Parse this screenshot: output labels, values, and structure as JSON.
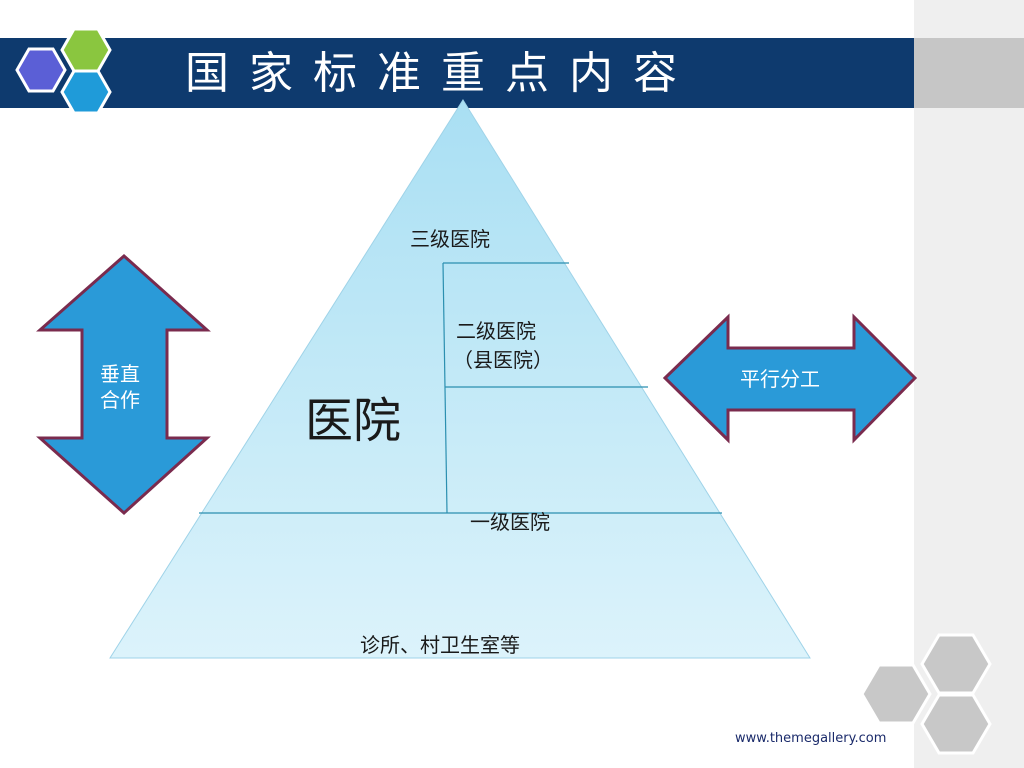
{
  "header": {
    "title": "国家标准重点内容"
  },
  "pyramid": {
    "main_label": "医院",
    "tier_third": "三级医院",
    "tier_second_line1": "二级医院",
    "tier_second_line2": "（县医院）",
    "tier_first": "一级医院",
    "tier_base": "诊所、村卫生室等"
  },
  "arrows": {
    "vertical_line1": "垂直",
    "vertical_line2": "合作",
    "horizontal": "平行分工"
  },
  "footer": {
    "url": "www.themegallery.com"
  },
  "colors": {
    "title_bar": "#0e3a6e",
    "pyramid_fill_top": "#a9dff3",
    "pyramid_fill_bottom": "#dcf3fb",
    "arrow_fill": "#2a9ad8",
    "arrow_border": "#7a2b4e",
    "hex_purple": "#5b5fd6",
    "hex_green": "#8ac63f",
    "hex_blue": "#1f9bd9",
    "hex_gray": "#c8c8c8"
  },
  "icons": {
    "logo": "hexagon-cluster-icon",
    "decor": "gray-hexagon-icon"
  }
}
